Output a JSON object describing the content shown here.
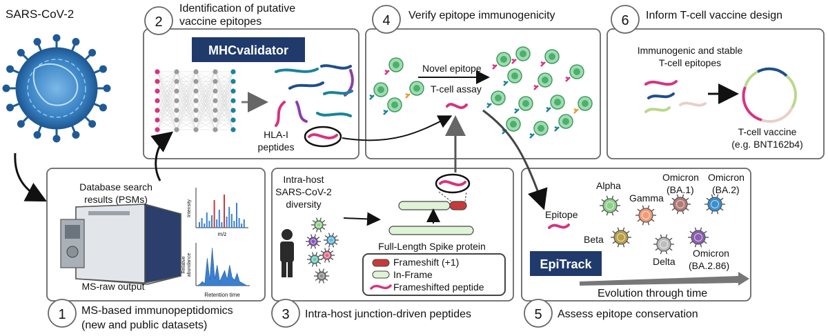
{
  "virus_label": "SARS-CoV-2",
  "steps": {
    "s1": {
      "num": "1",
      "title1": "MS-based immunopeptidomics",
      "title2": "(new and public datasets)"
    },
    "s2": {
      "num": "2",
      "title1": "Identification of putative",
      "title2": "vaccine epitopes"
    },
    "s3": {
      "num": "3",
      "title1": "Intra-host junction-driven peptides"
    },
    "s4": {
      "num": "4",
      "title1": "Verify epitope immunogenicity"
    },
    "s5": {
      "num": "5",
      "title1": "Assess epitope conservation"
    },
    "s6": {
      "num": "6",
      "title1": "Inform T-cell vaccine design"
    }
  },
  "panel1": {
    "db1": "Database search",
    "db2": "results (PSMs)",
    "ms_raw": "MS-raw output",
    "spec_ylabel": "Intensity",
    "spec_xlabel": "m/z",
    "chrom_ylabel1": "Relative",
    "chrom_ylabel2": "abundance",
    "chrom_xlabel": "Retention time"
  },
  "panel2": {
    "badge": "MHCvalidator",
    "hla1": "HLA-I",
    "hla2": "peptides"
  },
  "panel3": {
    "diversity1": "Intra-host",
    "diversity2": "SARS-CoV-2",
    "diversity3": "diversity",
    "spike": "Full-Length Spike protein",
    "legend": {
      "frameshift": "Frameshift (+1)",
      "inframe": "In-Frame",
      "peptide": "Frameshifted peptide"
    }
  },
  "panel4": {
    "novel": "Novel epitope",
    "assay": "T-cell assay"
  },
  "panel5": {
    "badge": "EpiTrack",
    "epitope": "Epitope",
    "evolution": "Evolution through time",
    "variants": {
      "alpha": "Alpha",
      "gamma": "Gamma",
      "omicron_ba1_a": "Omicron",
      "omicron_ba1_b": "(BA.1)",
      "omicron_ba2_a": "Omicron",
      "omicron_ba2_b": "(BA.2)",
      "beta": "Beta",
      "delta": "Delta",
      "omicron_ba286_a": "Omicron",
      "omicron_ba286_b": "(BA.2.86)"
    }
  },
  "panel6": {
    "imm1": "Immunogenic and stable",
    "imm2": "T-cell epitopes",
    "vac1": "T-cell vaccine",
    "vac2": "(e.g. BNT162b4)"
  },
  "colors": {
    "panel_border": "#666666",
    "badge_bg": "#1f3a6b",
    "peptide_pink": "#d6337f",
    "peptide_blue": "#1f4e8c",
    "peptide_teal": "#19849a",
    "peptide_purple": "#8a3fa6",
    "tcell_green": "#4caf6e",
    "frameshift_red": "#c83a3a",
    "inframe_green": "#dff3d6",
    "virus_blue": "#2f6fb0"
  }
}
